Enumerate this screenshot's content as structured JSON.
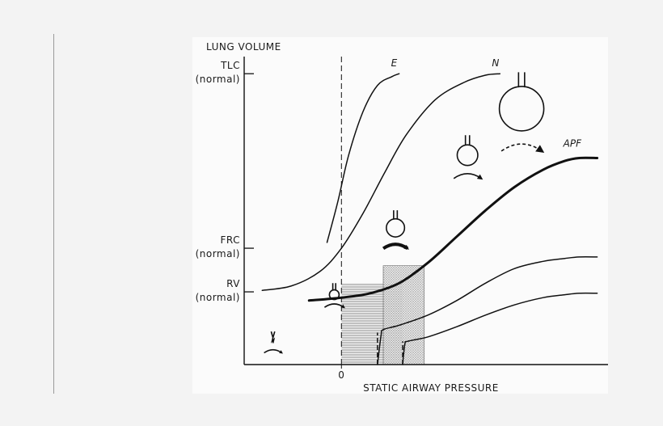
{
  "chart_data": {
    "type": "line",
    "ylabel": "LUNG VOLUME",
    "xlabel": "STATIC AIRWAY PRESSURE",
    "x_ticks": [
      {
        "value": 0,
        "label": "0"
      }
    ],
    "y_ticks": [
      {
        "value": 100,
        "label": "TLC",
        "sublabel": "(normal)"
      },
      {
        "value": 40,
        "label": "FRC",
        "sublabel": "(normal)"
      },
      {
        "value": 25,
        "label": "RV",
        "sublabel": "(normal)"
      }
    ],
    "xlim": [
      -1.35,
      3.7
    ],
    "ylim": [
      0,
      107
    ],
    "zero_line": "dashed",
    "series": [
      {
        "name": "E",
        "style": "thin",
        "x": [
          -0.2,
          -0.05,
          0.1,
          0.3,
          0.5,
          0.7,
          0.8
        ],
        "y": [
          42,
          56,
          72,
          87,
          96,
          99,
          100
        ]
      },
      {
        "name": "N",
        "style": "thin",
        "x": [
          -1.1,
          -0.7,
          -0.3,
          0.0,
          0.3,
          0.6,
          0.9,
          1.3,
          1.7,
          2.0,
          2.2
        ],
        "y": [
          25.5,
          27,
          32,
          40,
          52,
          66,
          79,
          91,
          97,
          99.5,
          100
        ]
      },
      {
        "name": "APF",
        "style": "thick",
        "x": [
          -0.45,
          0.0,
          0.4,
          0.8,
          1.2,
          1.6,
          2.0,
          2.4,
          2.8,
          3.1,
          3.3,
          3.55
        ],
        "y": [
          22,
          23,
          24.5,
          28,
          35,
          44,
          53,
          61,
          67,
          70,
          71,
          71
        ]
      },
      {
        "name": "",
        "style": "thin",
        "x": [
          0.5,
          0.55,
          0.58,
          0.8,
          1.2,
          1.6,
          2.0,
          2.4,
          2.8,
          3.1,
          3.3,
          3.55
        ],
        "y": [
          0,
          10,
          12,
          13.5,
          17,
          22,
          28,
          33,
          35.5,
          36.5,
          37,
          37
        ]
      },
      {
        "name": "",
        "style": "thin",
        "x": [
          0.85,
          0.88,
          0.92,
          1.2,
          1.6,
          2.0,
          2.4,
          2.8,
          3.1,
          3.3,
          3.55
        ],
        "y": [
          0,
          7,
          8,
          9.5,
          13,
          17,
          20.5,
          23,
          24,
          24.5,
          24.5
        ]
      }
    ],
    "shaded_regions": [
      {
        "pattern": "hatched",
        "x": [
          0.0,
          0.85
        ],
        "y": [
          0,
          28
        ]
      },
      {
        "pattern": "stippled",
        "x": [
          0.58,
          1.15
        ],
        "y": [
          0,
          34
        ]
      }
    ],
    "dashed_segments": [
      {
        "x": [
          0.5,
          0.5
        ],
        "y": [
          0,
          11
        ]
      },
      {
        "x": [
          0.85,
          0.85
        ],
        "y": [
          0,
          8
        ]
      }
    ],
    "alveoli": [
      {
        "x": -0.95,
        "y": 8,
        "scale": 0.55,
        "arrow": "solid",
        "state": "collapsed"
      },
      {
        "x": -0.1,
        "y": 24,
        "scale": 0.6,
        "arrow": "solid",
        "state": "small"
      },
      {
        "x": 0.75,
        "y": 47,
        "scale": 0.75,
        "arrow": "thick",
        "state": "medium"
      },
      {
        "x": 1.75,
        "y": 72,
        "scale": 0.85,
        "arrow": "solid",
        "state": "medium"
      },
      {
        "x": 2.5,
        "y": 88,
        "scale": 1.25,
        "arrow": "dashed",
        "state": "large"
      }
    ]
  }
}
